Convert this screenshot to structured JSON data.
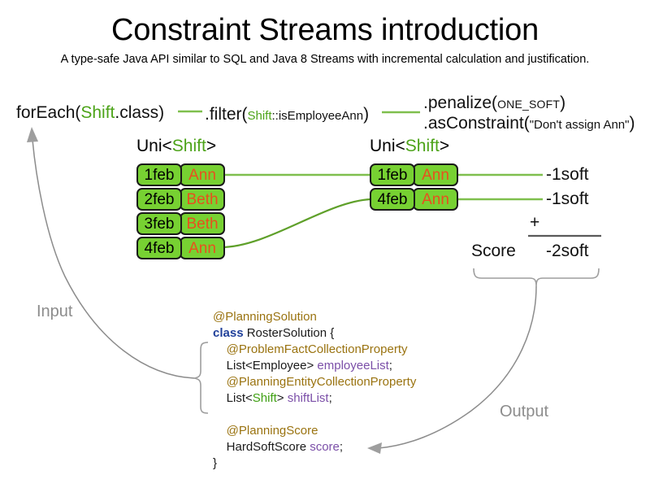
{
  "header": {
    "title": "Constraint Streams introduction",
    "subtitle": "A type-safe Java API similar to SQL and Java 8 Streams with incremental calculation and justification."
  },
  "pipeline": {
    "foreach": {
      "prefix": "forEach(",
      "type": "Shift",
      "suffix": ".class)"
    },
    "filter": {
      "prefix": ".filter(",
      "arg": "Shift::isEmployeeAnn",
      "arg_type": "Shift",
      "arg_rest": "::isEmployeeAnn",
      "suffix": ")"
    },
    "penalize": {
      "prefix": ".penalize(",
      "arg": "ONE_SOFT",
      "suffix": ")"
    },
    "asconstraint": {
      "prefix": ".asConstraint(",
      "arg": "\"Don't assign Ann\"",
      "suffix": ")"
    }
  },
  "streams": {
    "left": {
      "label_prefix": "Uni<",
      "label_type": "Shift",
      "label_suffix": ">",
      "rows": [
        {
          "date": "1feb",
          "employee": "Ann"
        },
        {
          "date": "2feb",
          "employee": "Beth"
        },
        {
          "date": "3feb",
          "employee": "Beth"
        },
        {
          "date": "4feb",
          "employee": "Ann"
        }
      ]
    },
    "right": {
      "label_prefix": "Uni<",
      "label_type": "Shift",
      "label_suffix": ">",
      "rows": [
        {
          "date": "1feb",
          "employee": "Ann"
        },
        {
          "date": "4feb",
          "employee": "Ann"
        }
      ]
    }
  },
  "score": {
    "impacts": [
      "-1soft",
      "-1soft"
    ],
    "operator": "+",
    "label": "Score",
    "total": "-2soft"
  },
  "flow": {
    "input_label": "Input",
    "output_label": "Output"
  },
  "code": {
    "lines": [
      {
        "indent": 0,
        "parts": [
          {
            "t": "@PlanningSolution",
            "c": "ann"
          }
        ]
      },
      {
        "indent": 0,
        "parts": [
          {
            "t": "class",
            "c": "kw"
          },
          {
            "t": " RosterSolution {",
            "c": "type"
          }
        ]
      },
      {
        "indent": 1,
        "parts": [
          {
            "t": "@ProblemFactCollectionProperty",
            "c": "ann"
          }
        ]
      },
      {
        "indent": 1,
        "parts": [
          {
            "t": "List<Employee> ",
            "c": "type"
          },
          {
            "t": "employeeList",
            "c": "fld"
          },
          {
            "t": ";",
            "c": "type"
          }
        ]
      },
      {
        "indent": 1,
        "parts": [
          {
            "t": "@PlanningEntityCollectionProperty",
            "c": "ann"
          }
        ]
      },
      {
        "indent": 1,
        "parts": [
          {
            "t": "List<",
            "c": "type"
          },
          {
            "t": "Shift",
            "c": "grn"
          },
          {
            "t": "> ",
            "c": "type"
          },
          {
            "t": "shiftList",
            "c": "fld"
          },
          {
            "t": ";",
            "c": "type"
          }
        ]
      },
      {
        "indent": 0,
        "parts": []
      },
      {
        "indent": 1,
        "parts": [
          {
            "t": "@PlanningScore",
            "c": "ann"
          }
        ]
      },
      {
        "indent": 1,
        "parts": [
          {
            "t": "HardSoftScore ",
            "c": "type"
          },
          {
            "t": "score",
            "c": "fld"
          },
          {
            "t": ";",
            "c": "type"
          }
        ]
      },
      {
        "indent": 0,
        "parts": [
          {
            "t": "}",
            "c": "type"
          }
        ]
      }
    ]
  },
  "colors": {
    "fact_green": "#77D132",
    "fact_border": "#1a1a1a",
    "employee_orange": "#E8501E",
    "type_green": "#4CA318",
    "connector_green": "#7FBF4D",
    "flow_gray": "#8c8c8c",
    "annotation_gold": "#9A7310",
    "keyword_blue": "#20409A",
    "field_purple": "#7B4FA8"
  }
}
